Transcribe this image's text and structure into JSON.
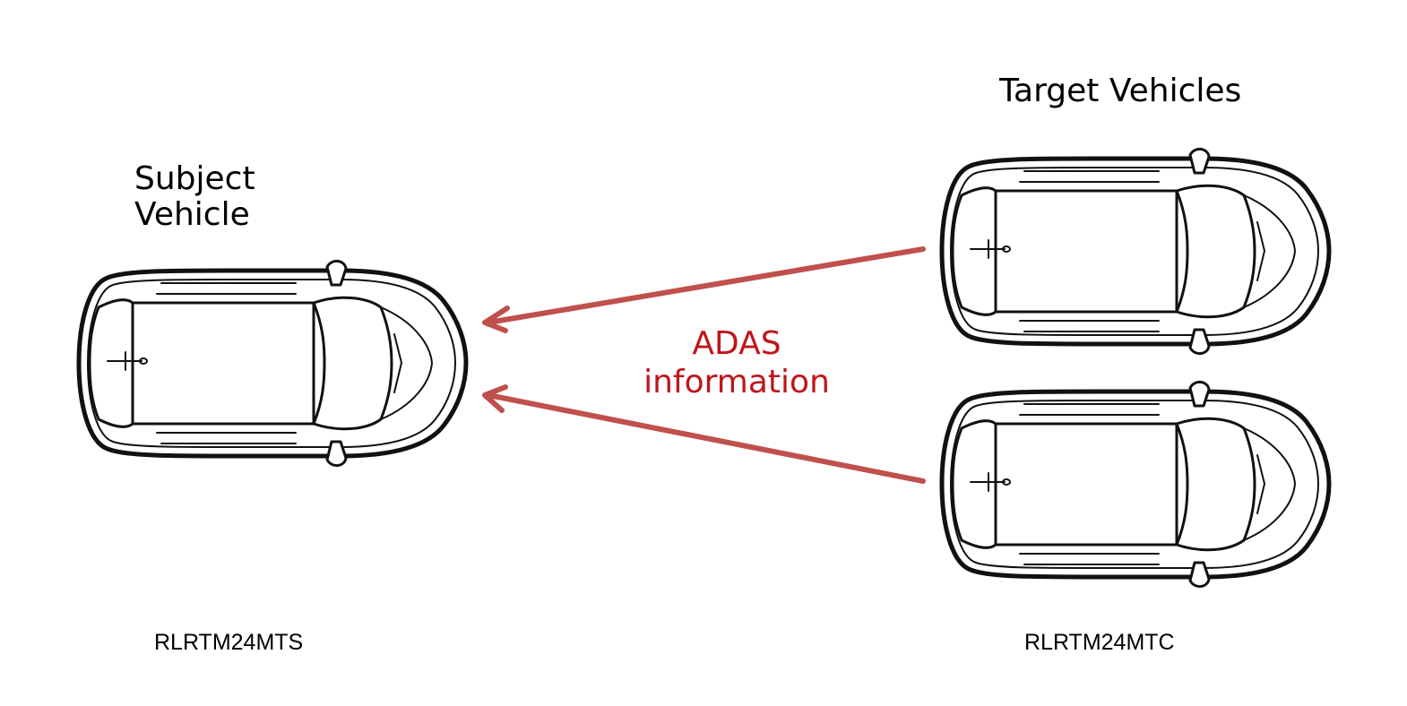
{
  "subject": {
    "title_line1": "Subject",
    "title_line2": "Vehicle",
    "model": "RLRTM24MTS"
  },
  "targets": {
    "title": "Target Vehicles",
    "model": "RLRTM24MTC"
  },
  "link": {
    "line1": "ADAS",
    "line2": "information"
  },
  "colors": {
    "arrow": "#c0504d",
    "link_text": "#c0151b",
    "car_outline": "#111111"
  },
  "icons": {
    "vehicle": "car-top-view-icon",
    "arrow": "arrow-left-icon"
  }
}
